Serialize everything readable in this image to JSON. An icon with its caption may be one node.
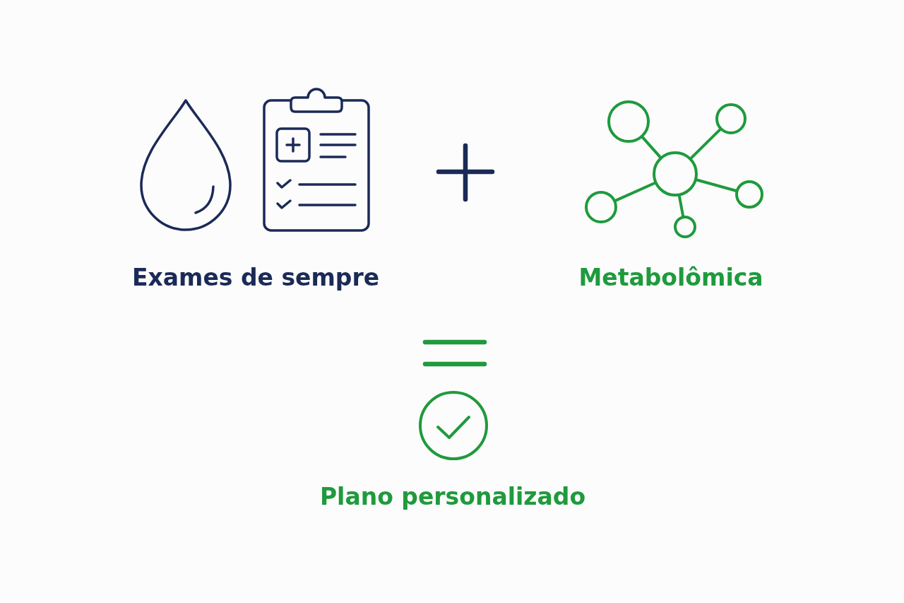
{
  "diagram": {
    "labels": [
      "Exames de sempre",
      "Metabolômica",
      "Plano personalizado"
    ]
  }
}
